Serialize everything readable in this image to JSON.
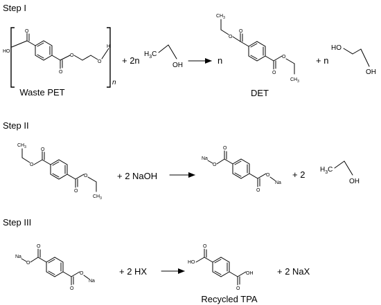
{
  "steps": {
    "step1": "Step I",
    "step2": "Step II",
    "step3": "Step III"
  },
  "atoms": {
    "o": "O",
    "oh": "OH",
    "ho": "HO",
    "h": "H",
    "na": "Na",
    "ch3": "CH",
    "ch3_sub": "3",
    "h3c": "H",
    "h3c_sub": "3",
    "h3c_c": "C",
    "n_sub": "n"
  },
  "step1": {
    "coef_ethanol": "+ 2n",
    "coef_det": "n",
    "coef_eg": "+ n",
    "label_pet": "Waste PET",
    "label_det": "DET"
  },
  "step2": {
    "coef_naoh": "+  2 NaOH",
    "coef_ethanol": "+ 2"
  },
  "step3": {
    "coef_hx": "+  2 HX",
    "coef_nax": "+ 2 NaX",
    "label_tpa": "Recycled TPA"
  }
}
